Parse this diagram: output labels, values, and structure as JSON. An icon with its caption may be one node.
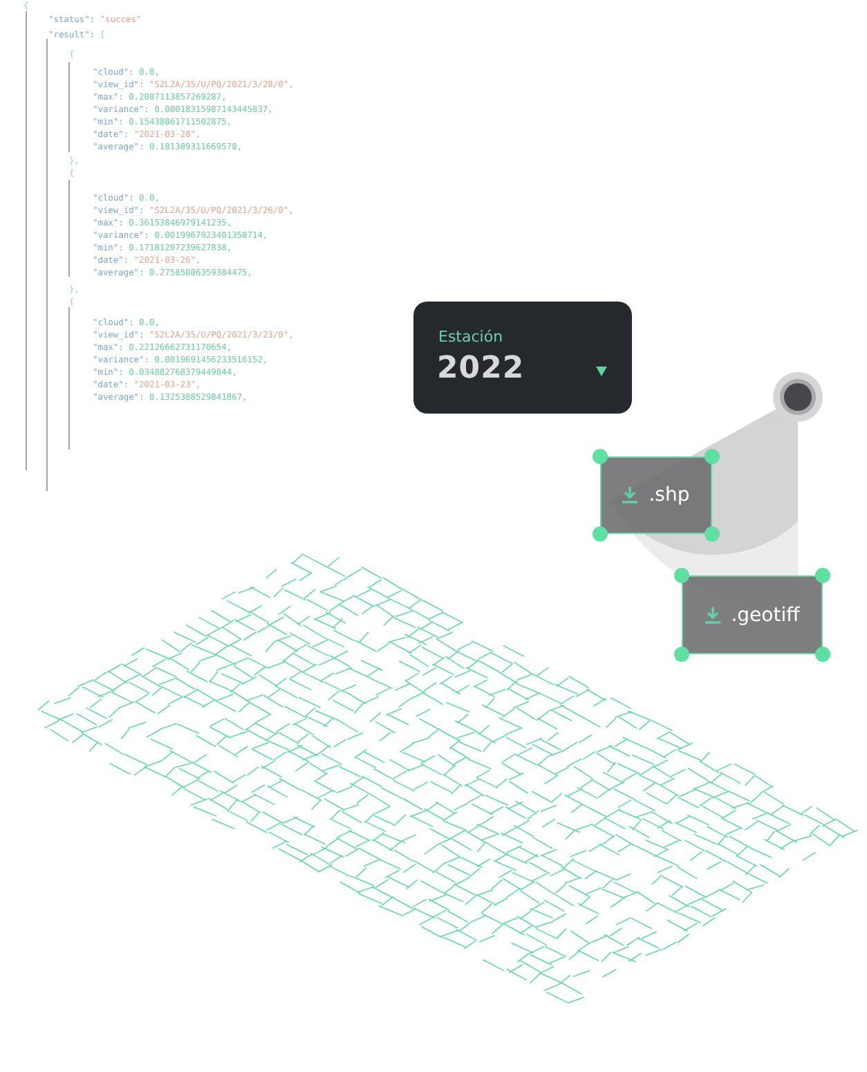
{
  "diagram": {
    "nodes": [
      {
        "text": [
          "Estación",
          "2022"
        ]
      },
      {
        "text": [
          ".shp"
        ]
      },
      {
        "text": [
          ".geotiff"
        ]
      }
    ],
    "labels": [
      "{",
      "\"status\": \"succes\"",
      "\"result\": [",
      "{",
      "\"cloud\": 0.0,",
      "\"view_id\": \"S2L2A/35/U/PQ/2021/3/28/0\",",
      "\"max\": 0.2087113857269287,",
      "\"variance\": 0.00018315987143445837,",
      "\"min\": 0.15438861711502875,",
      "\"date\": \"2021-03-28\",",
      "\"average\": 0.181389311669578,",
      "},",
      "{",
      "\"cloud\": 0.0,",
      "\"view_id\": \"S2L2A/35/U/PQ/2021/3/26/0\",",
      "\"max\": 0.36153846979141235,",
      "\"variance\": 0.0019967923401358714,",
      "\"min\": 0.17181207239627838,",
      "\"date\": \"2021-03-26\",",
      "\"average\": 0.27585086359384475,",
      "},",
      "{",
      "\"cloud\": 0.0,",
      "\"view_id\": \"S2L2A/35/U/PQ/2021/3/23/0\",",
      "\"max\": 0.22126662731170654,",
      "\"variance\": 0.0019691456233516152,",
      "\"min\": 0.034882768379449844,",
      "\"date\": \"2021-03-23\",",
      "\"average\": 0.1325388529841867,"
    ]
  }
}
